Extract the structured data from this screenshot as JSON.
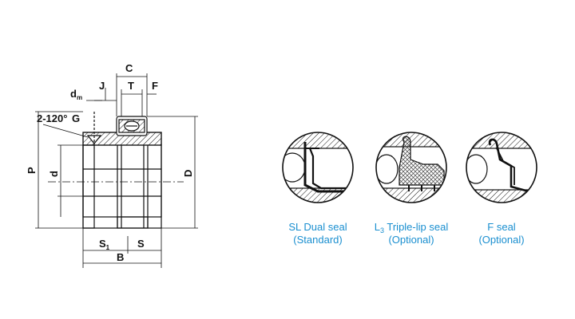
{
  "drawing": {
    "labels": {
      "C": "C",
      "J": "J",
      "T": "T",
      "F": "F",
      "dm": "d",
      "dm_sub": "m",
      "angle": "2-120°",
      "G": "G",
      "P": "P",
      "d": "d",
      "D": "D",
      "S1": "S",
      "S1_sub": "1",
      "S": "S",
      "B": "B"
    }
  },
  "seals": [
    {
      "line1_pre": "SL Dual seal",
      "line1_sub": "",
      "line1_post": "",
      "line2": "(Standard)"
    },
    {
      "line1_pre": "L",
      "line1_sub": "3",
      "line1_post": " Triple-lip seal",
      "line2": "(Optional)"
    },
    {
      "line1_pre": "F seal",
      "line1_sub": "",
      "line1_post": "",
      "line2": "(Optional)"
    }
  ],
  "colors": {
    "line": "#111111",
    "caption": "#1a8fd0",
    "seal_fill": "#bdbdbd"
  }
}
